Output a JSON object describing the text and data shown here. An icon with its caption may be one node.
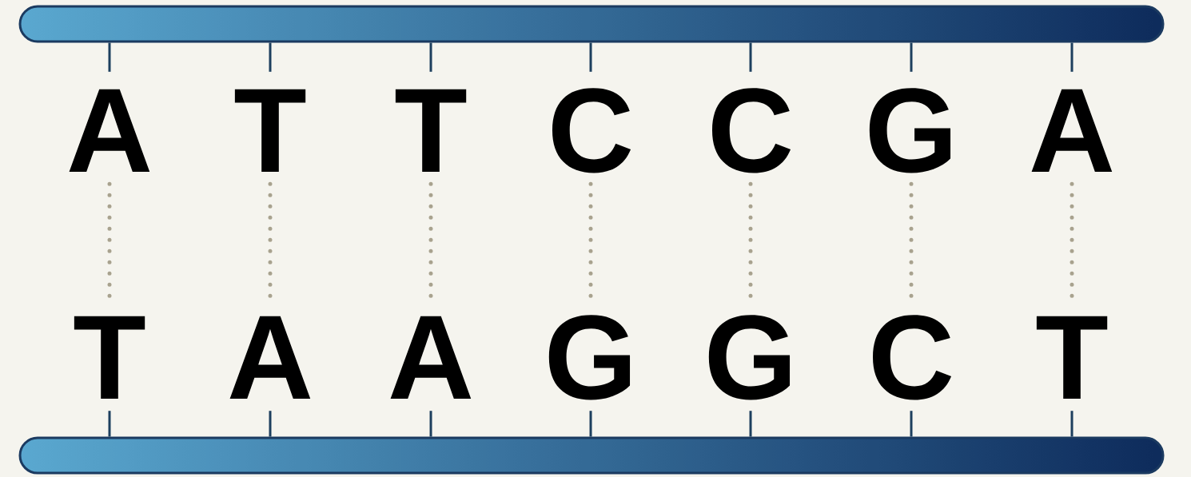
{
  "diagram": {
    "nodes": [
      {
        "text": [],
        "shape": "bar"
      },
      {
        "text": [
          "A"
        ]
      },
      {
        "text": [
          "T"
        ]
      },
      {
        "text": [
          "T"
        ]
      },
      {
        "text": [
          "C"
        ]
      },
      {
        "text": [
          "C"
        ]
      },
      {
        "text": [
          "G"
        ]
      },
      {
        "text": [
          "A"
        ]
      },
      {
        "text": [
          "T"
        ]
      },
      {
        "text": [
          "A"
        ]
      },
      {
        "text": [
          "A"
        ]
      },
      {
        "text": [
          "G"
        ]
      },
      {
        "text": [
          "G"
        ]
      },
      {
        "text": [
          "C"
        ]
      },
      {
        "text": [
          "T"
        ]
      },
      {
        "text": [],
        "shape": "bar"
      }
    ],
    "edges": [
      {
        "from": 0,
        "to": 1,
        "arrow": "none"
      },
      {
        "from": 0,
        "to": 2,
        "arrow": "none"
      },
      {
        "from": 0,
        "to": 3,
        "arrow": "none"
      },
      {
        "from": 0,
        "to": 4,
        "arrow": "none"
      },
      {
        "from": 0,
        "to": 5,
        "arrow": "none"
      },
      {
        "from": 0,
        "to": 6,
        "arrow": "none"
      },
      {
        "from": 0,
        "to": 7,
        "arrow": "none"
      },
      {
        "from": 1,
        "to": 8,
        "arrow": "none",
        "style": "dashed",
        "color": "#a8a28e"
      },
      {
        "from": 2,
        "to": 9,
        "arrow": "none",
        "style": "dashed",
        "color": "#a8a28e"
      },
      {
        "from": 3,
        "to": 10,
        "arrow": "none",
        "style": "dashed",
        "color": "#a8a28e"
      },
      {
        "from": 4,
        "to": 11,
        "arrow": "none",
        "style": "dashed",
        "color": "#a8a28e"
      },
      {
        "from": 5,
        "to": 12,
        "arrow": "none",
        "style": "dashed",
        "color": "#a8a28e"
      },
      {
        "from": 6,
        "to": 13,
        "arrow": "none",
        "style": "dashed",
        "color": "#a8a28e"
      },
      {
        "from": 7,
        "to": 14,
        "arrow": "none",
        "style": "dashed",
        "color": "#a8a28e"
      },
      {
        "from": 8,
        "to": 15,
        "arrow": "none"
      },
      {
        "from": 9,
        "to": 15,
        "arrow": "none"
      },
      {
        "from": 10,
        "to": 15,
        "arrow": "none"
      },
      {
        "from": 11,
        "to": 15,
        "arrow": "none"
      },
      {
        "from": 12,
        "to": 15,
        "arrow": "none"
      },
      {
        "from": 13,
        "to": 15,
        "arrow": "none"
      },
      {
        "from": 14,
        "to": 15,
        "arrow": "none"
      }
    ]
  }
}
